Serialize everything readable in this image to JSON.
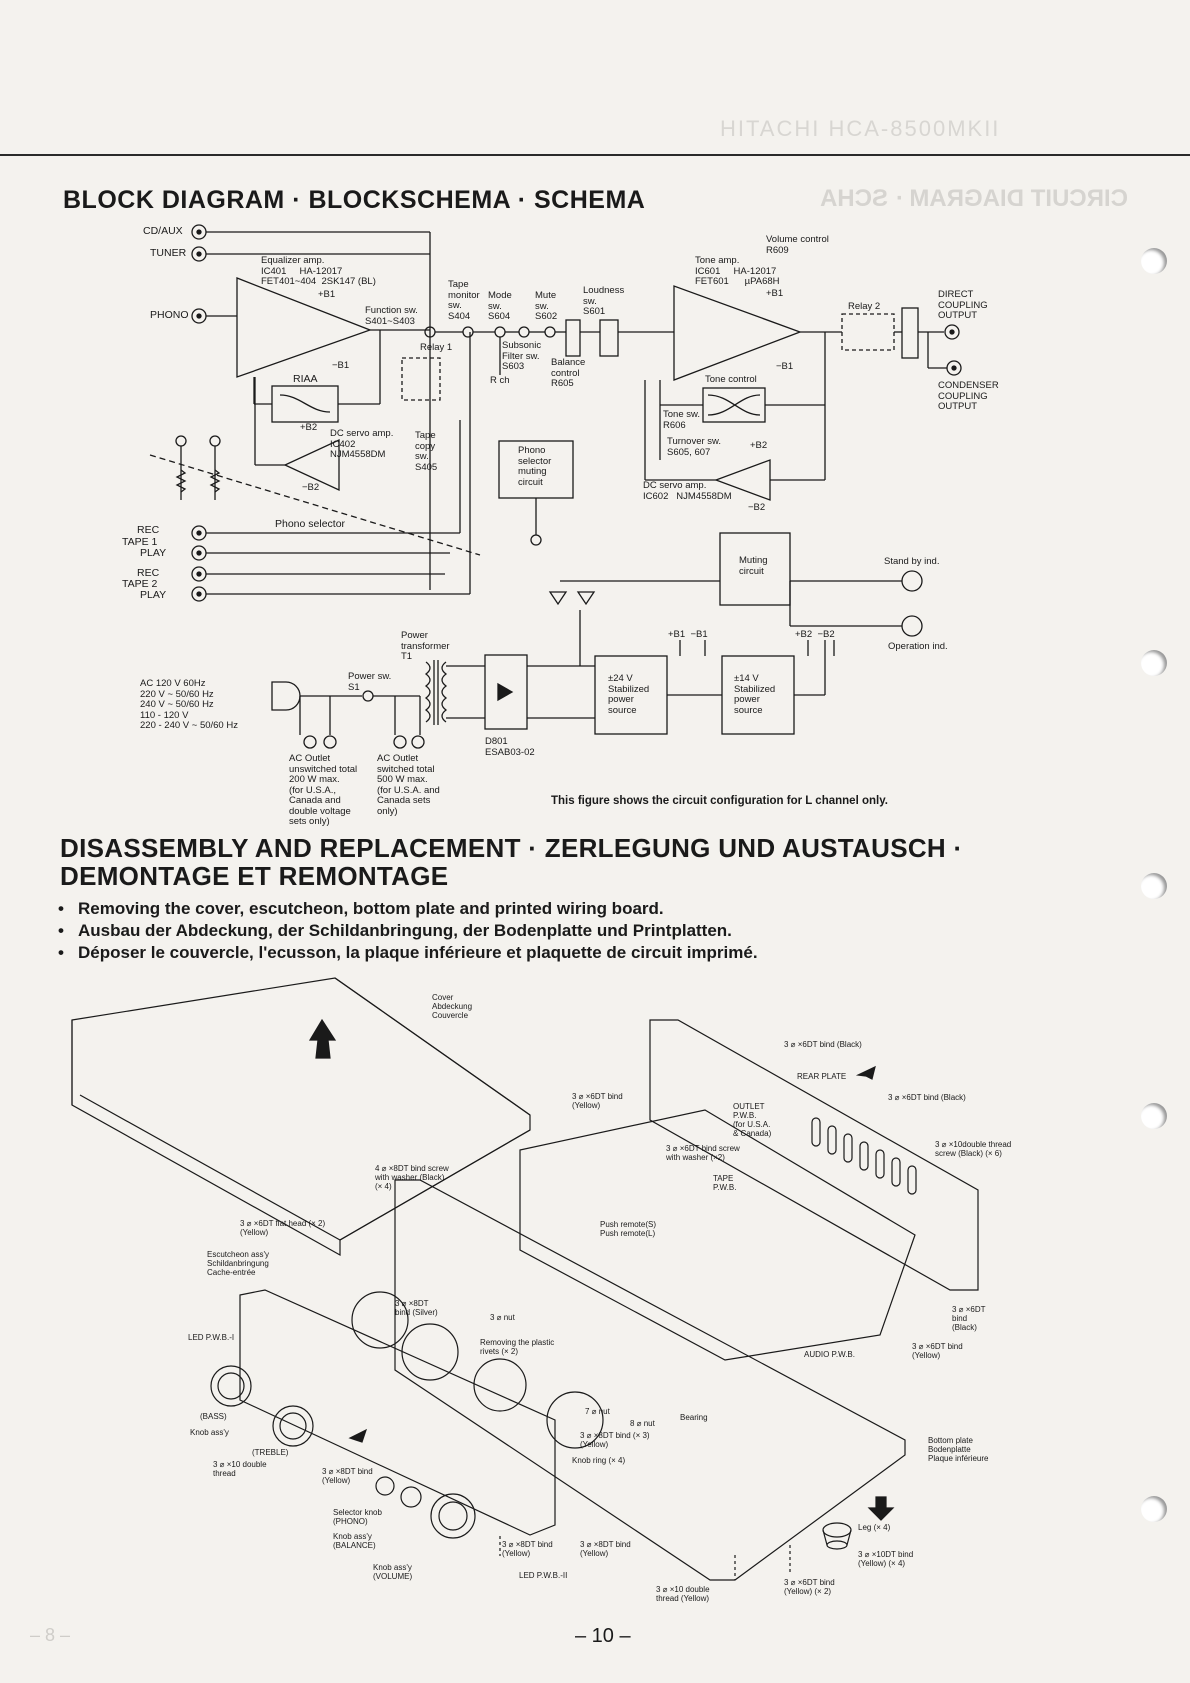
{
  "header": {
    "faded_model": "HITACHI   HCA-8500MKII",
    "faded_title": "CIRCUIT DIAGRAM · SCHA"
  },
  "block_diagram": {
    "title": "BLOCK DIAGRAM · BLOCKSCHEMA · SCHEMA",
    "inputs": [
      "CD/AUX",
      "TUNER",
      "PHONO"
    ],
    "tapes": {
      "tape1": "TAPE 1",
      "tape2": "TAPE 2",
      "rec": "REC",
      "play": "PLAY"
    },
    "labels": {
      "eq": "Equalizer amp.\nIC401     HA-12017\nFET401~404  2SK147 (BL)",
      "b1p": "+B1",
      "b1m": "−B1",
      "func": "Function sw.\nS401~S403",
      "tape_mon": "Tape\nmonitor\nsw.\nS404",
      "mode": "Mode\nsw.\nS604",
      "mute": "Mute\nsw.\nS602",
      "loud": "Loudness\nsw.\nS601",
      "subsonic": "Subsonic\nFilter sw.\nS603",
      "balance": "Balance\ncontrol\nR605",
      "rch": "R ch",
      "relay1": "Relay 1",
      "riaa": "RIAA",
      "b2p": "+B2",
      "b2m": "−B2",
      "dcservo1": "DC servo amp.\nIC402\nNJM4558DM",
      "tapecopy": "Tape\ncopy\nsw.\nS405",
      "phono_sel": "Phono\nselector\nmuting\ncircuit",
      "phono_selector": "Phono selector",
      "vol": "Volume control\nR609",
      "tone": "Tone amp.\nIC601     HA-12017\nFET601      µPA68H",
      "tone_ctrl": "Tone control",
      "tone_sw": "Tone sw.\nR606",
      "turnover": "Turnover sw.\nS605, 607",
      "dcservo2": "DC servo amp.\nIC602   NJM4558DM",
      "relay2": "Relay 2",
      "direct": "DIRECT\nCOUPLING\nOUTPUT",
      "condenser": "CONDENSER\nCOUPLING\nOUTPUT",
      "muting": "Muting\ncircuit",
      "standby": "Stand by ind.",
      "operation": "Operation ind.",
      "ptrans": "Power\ntransformer\nT1",
      "psw": "Power sw.\nS1",
      "ac": "AC 120 V 60Hz\n220 V ~ 50/60 Hz\n240 V ~ 50/60 Hz\n110 - 120 V\n220 - 240 V ~ 50/60 Hz",
      "d801": "D801\nESAB03-02",
      "ps24": "±24 V\nStabilized\npower\nsource",
      "ps14": "±14 V\nStabilized\npower\nsource",
      "rails1": "+B1  −B1",
      "rails2": "+B2  −B2",
      "outlet1": "AC Outlet\nunswitched total\n200 W max.\n(for U.S.A.,\nCanada and\ndouble voltage\nsets only)",
      "outlet2": "AC Outlet\nswitched total\n500 W max.\n(for U.S.A. and\nCanada sets\nonly)"
    },
    "note": "This figure shows the circuit configuration for L channel only."
  },
  "disassembly": {
    "title_line1": "DISASSEMBLY AND REPLACEMENT · ZERLEGUNG UND AUSTAUSCH ·",
    "title_line2": "DEMONTAGE ET REMONTAGE",
    "steps": [
      "Removing the cover, escutcheon, bottom plate and printed wiring board.",
      "Ausbau der Abdeckung, der Schildanbringung, der Bodenplatte und Printplatten.",
      "Déposer le couvercle, l'ecusson, la plaque inférieure et plaquette de circuit imprimé."
    ],
    "labels": {
      "cover": "Cover\nAbdeckung\nCouvercle",
      "rearplate": "REAR PLATE",
      "s1": "3 ⌀ ×6DT bind (Black)",
      "s2": "3 ⌀ ×6DT bind (Black)",
      "s3": "3 ⌀ ×10double thread\nscrew (Black) (× 6)",
      "s4": "3 ⌀ ×6DT bind\n(Yellow)",
      "outlet": "OUTLET\nP.W.B.\n(for U.S.A.\n& Canada)",
      "washer": "3 ⌀ ×6DT bind screw\nwith washer (×2)",
      "tape": "TAPE\nP.W.B.",
      "s5": "4 ⌀ ×8DT bind screw\nwith washer (Black)\n(× 4)",
      "s6": "3 ⌀ ×6DT flat head (× 2)\n(Yellow)",
      "push": "Push remote(S)\nPush remote(L)",
      "esc": "Escutcheon ass'y\nSchildanbringung\nCache-entrée",
      "s7": "3 ⌀ ×8DT\nbind (Silver)",
      "nut": "3 ⌀ nut",
      "led1": "LED P.W.B.-I",
      "plastic": "Removing the plastic\nrivets (× 2)",
      "s8": "3 ⌀ ×6DT\nbind\n(Black)",
      "s9": "3 ⌀ ×6DT bind\n(Yellow)",
      "audio": "AUDIO P.W.B.",
      "bass": "(BASS)",
      "knob": "Knob ass'y",
      "treble": "(TREBLE)",
      "s10": "3 ⌀ ×10 double\nthread",
      "s11": "3 ⌀ ×8DT bind\n(Yellow)",
      "nut7": "7 ⌀ nut",
      "nut8": "8 ⌀ nut",
      "s12": "3 ⌀ ×8DT bind (× 3)\n(Yellow)",
      "bearing": "Bearing",
      "ring": "Knob ring (× 4)",
      "bottom": "Bottom plate\nBodenplatte\nPlaque inférieure",
      "selector": "Selector knob\n(PHONO)",
      "balknob": "Knob ass'y\n(BALANCE)",
      "volknob": "Knob ass'y\n(VOLUME)",
      "s13": "3 ⌀ ×8DT bind\n(Yellow)",
      "s14": "3 ⌀ ×8DT bind\n(Yellow)",
      "led2": "LED P.W.B.-II",
      "leg": "Leg (× 4)",
      "s15": "3 ⌀ ×10DT bind\n(Yellow) (× 4)",
      "s16": "3 ⌀ ×10 double\nthread (Yellow)",
      "s17": "3 ⌀ ×6DT bind\n(Yellow) (× 2)"
    }
  },
  "footer": {
    "page_number": "– 10 –",
    "faded_left": "– 8 –"
  }
}
